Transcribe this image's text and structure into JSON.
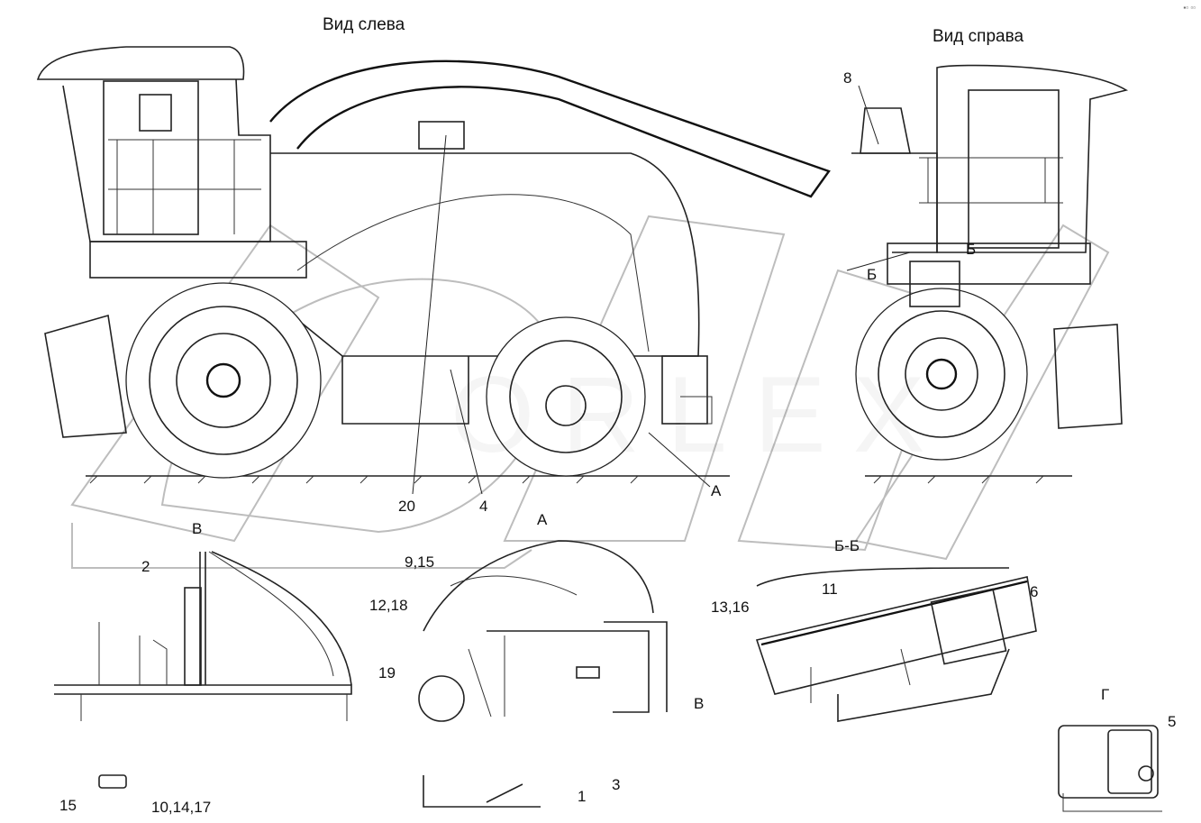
{
  "views": {
    "left_view_title": "Вид слева",
    "right_view_title": "Вид справа",
    "detail_a_title": "А",
    "section_bb_title": "Б-Б",
    "view_v_title": "В",
    "view_g_title": "Г"
  },
  "callouts": {
    "c8": "8",
    "c20": "20",
    "c4": "4",
    "cA": "А",
    "cB1": "Б",
    "cB2": "Б",
    "c2": "2",
    "c915": "9,15",
    "c1218": "12,18",
    "c19": "19",
    "cV": "В",
    "c1316": "13,16",
    "c11": "11",
    "c6": "6",
    "c5": "5",
    "c15": "15",
    "c101417": "10,14,17",
    "c1": "1",
    "c3": "3"
  },
  "watermark_text": "ORLEX"
}
